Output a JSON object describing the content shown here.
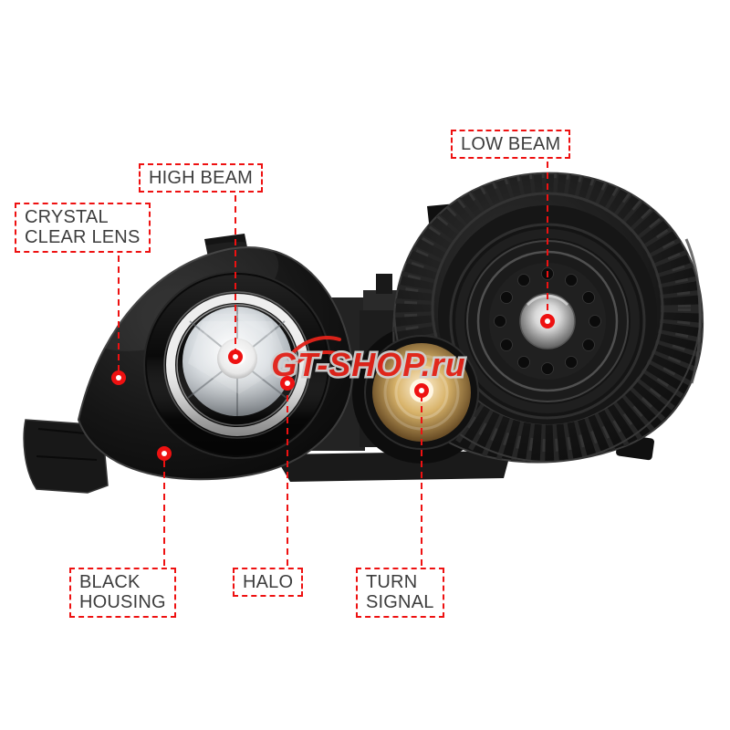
{
  "style": {
    "annotation_red": "#ee1111",
    "label_text": "#3d3d3d",
    "background": "#ffffff",
    "watermark_red": "#e2231a"
  },
  "watermark": {
    "text": "GT-SHOP.ru"
  },
  "annotations": {
    "crystal_clear_lens": {
      "lines": [
        "CRYSTAL",
        "CLEAR LENS"
      ]
    },
    "high_beam": {
      "lines": [
        "HIGH BEAM"
      ]
    },
    "low_beam": {
      "lines": [
        "LOW BEAM"
      ]
    },
    "black_housing": {
      "lines": [
        "BLACK",
        "HOUSING"
      ]
    },
    "halo": {
      "lines": [
        "HALO"
      ]
    },
    "turn_signal": {
      "lines": [
        "TURN",
        "SIGNAL"
      ]
    }
  }
}
